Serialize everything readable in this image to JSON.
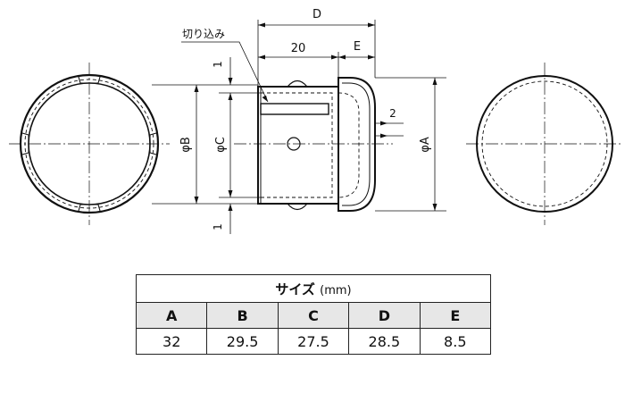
{
  "diagram": {
    "label_D": "D",
    "label_20": "20",
    "label_E": "E",
    "label_notch": "切り込み",
    "label_1_top": "1",
    "label_1_bottom": "1",
    "label_2": "2",
    "label_phiB": "φB",
    "label_phiC": "φC",
    "label_phiA": "φA"
  },
  "table": {
    "title": "サイズ",
    "unit": "(mm)",
    "headers": [
      "A",
      "B",
      "C",
      "D",
      "E"
    ],
    "values": [
      "32",
      "29.5",
      "27.5",
      "28.5",
      "8.5"
    ]
  }
}
